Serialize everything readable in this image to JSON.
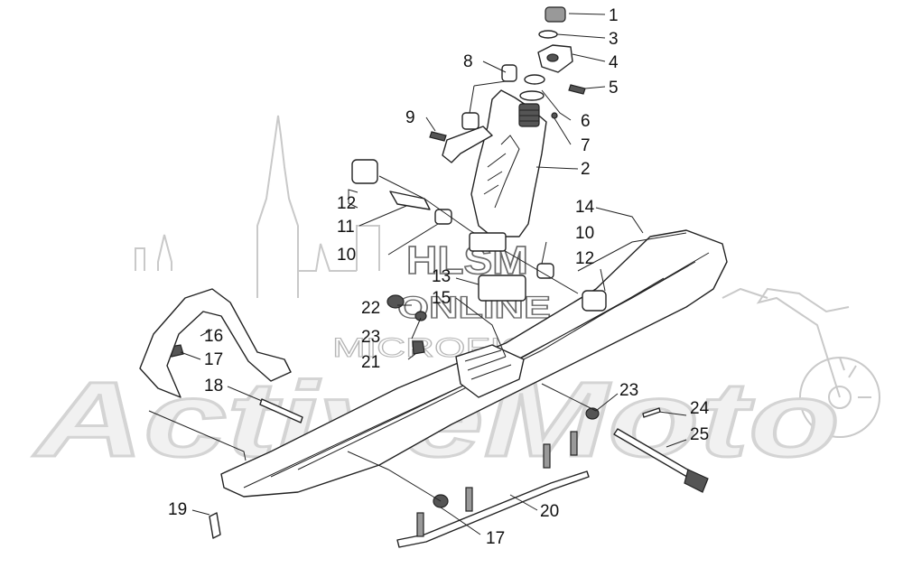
{
  "watermark": {
    "brand": "ActiveMoto",
    "line1": "HLSM",
    "line2": "ONLINE",
    "line3": "MICROFICHE"
  },
  "callouts": [
    {
      "id": "c1",
      "text": "1"
    },
    {
      "id": "c3",
      "text": "3"
    },
    {
      "id": "c4",
      "text": "4"
    },
    {
      "id": "c5",
      "text": "5"
    },
    {
      "id": "c8",
      "text": "8"
    },
    {
      "id": "c9",
      "text": "9"
    },
    {
      "id": "c6",
      "text": "6"
    },
    {
      "id": "c7",
      "text": "7"
    },
    {
      "id": "c2",
      "text": "2"
    },
    {
      "id": "c12a",
      "text": "12"
    },
    {
      "id": "c11",
      "text": "11"
    },
    {
      "id": "c10a",
      "text": "10"
    },
    {
      "id": "c14",
      "text": "14"
    },
    {
      "id": "c10b",
      "text": "10"
    },
    {
      "id": "c12b",
      "text": "12"
    },
    {
      "id": "c13",
      "text": "13"
    },
    {
      "id": "c15",
      "text": "15"
    },
    {
      "id": "c22",
      "text": "22"
    },
    {
      "id": "c23a",
      "text": "23"
    },
    {
      "id": "c21",
      "text": "21"
    },
    {
      "id": "c16",
      "text": "16"
    },
    {
      "id": "c17a",
      "text": "17"
    },
    {
      "id": "c18",
      "text": "18"
    },
    {
      "id": "c23b",
      "text": "23"
    },
    {
      "id": "c24",
      "text": "24"
    },
    {
      "id": "c25",
      "text": "25"
    },
    {
      "id": "c19",
      "text": "19"
    },
    {
      "id": "c20",
      "text": "20"
    },
    {
      "id": "c17b",
      "text": "17"
    }
  ]
}
